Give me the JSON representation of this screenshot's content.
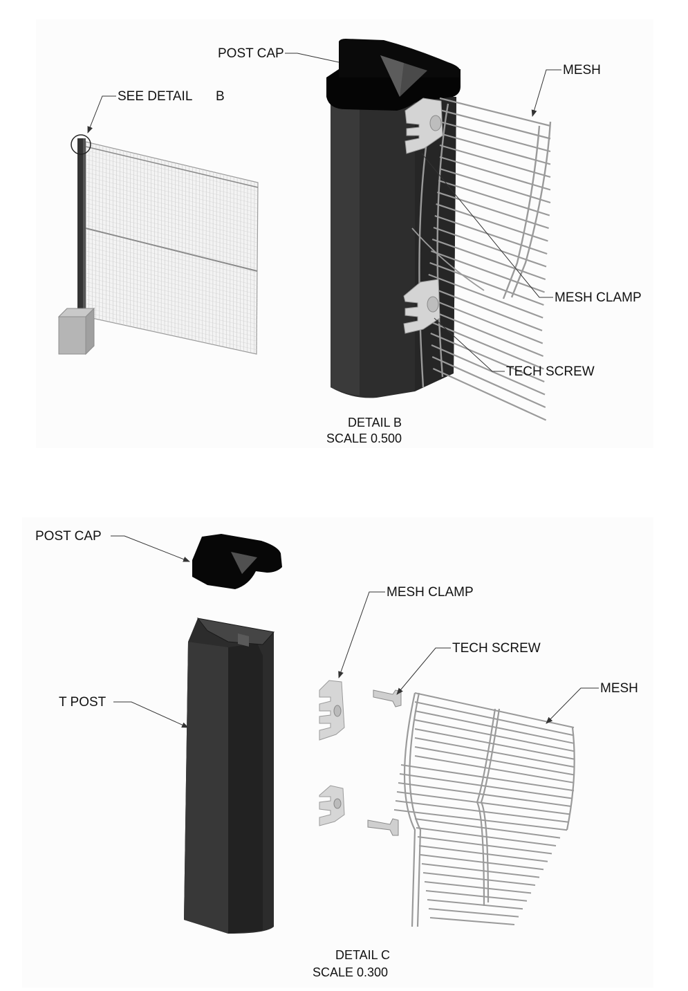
{
  "detail_b": {
    "labels": {
      "post_cap": "POST CAP",
      "see_detail": "SEE DETAIL",
      "see_detail_ref": "B",
      "mesh": "MESH",
      "mesh_clamp": "MESH CLAMP",
      "tech_screw": "TECH SCREW"
    },
    "caption": {
      "title": "DETAIL  B",
      "scale": "SCALE  0.500"
    }
  },
  "detail_c": {
    "labels": {
      "post_cap": "POST CAP",
      "mesh_clamp": "MESH CLAMP",
      "tech_screw": "TECH SCREW",
      "t_post": "T POST",
      "mesh": "MESH"
    },
    "caption": {
      "title": "DETAIL  C",
      "scale": "SCALE  0.300"
    }
  },
  "colors": {
    "post": "#2e2e2e",
    "cap": "#050505",
    "mesh_wire": "#9a9a9a",
    "clamp": "#d4d4d4",
    "concrete_base": "#b5b5b5",
    "leader": "#333333"
  }
}
